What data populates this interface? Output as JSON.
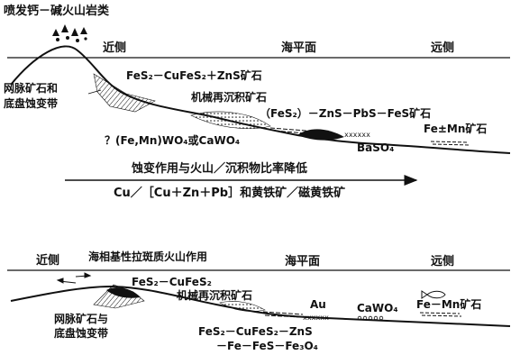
{
  "top": {
    "title": "喷发钙－碱火山岩类",
    "near_side": "近侧",
    "sea_level": "海平面",
    "far_side": "远侧",
    "stockwork": "网脉矿石和",
    "alteration": "底盘蚀变带",
    "ore_fe_cu_zn": "FeS₂－CuFeS₂＋ZnS矿石",
    "mechanical": "机械再沉积矿石",
    "ore_zn_pb": "（FeS₂）－ZnS－PbS－FeS矿石",
    "tungsten": "？(Fe,Mn)WO₄或CaWO₄",
    "barite": "BaSO₄",
    "fe_mn": "Fe±Mn矿石"
  },
  "middle": {
    "trend": "蚀变作用与火山／沉积物比率降低",
    "ratio": "Cu／［Cu＋Zn＋Pb］和黄铁矿／磁黄铁矿"
  },
  "bottom": {
    "near_side": "近侧",
    "volcanism": "海相基性拉斑质火山作用",
    "sea_level": "海平面",
    "far_side": "远侧",
    "ore_fe_cu": "FeS₂－CuFeS₂",
    "mechanical": "机械再沉积矿石",
    "gold": "Au",
    "scheelite": "CaWO₄",
    "fe_mn": "Fe－Mn矿石",
    "stockwork": "网脉矿石与",
    "alteration": "底盘蚀变带",
    "ore_line1": "FeS₂－CuFeS₂－ZnS",
    "ore_line2": "－Fe－FeS－Fe₃O₄"
  },
  "colors": {
    "ink": "#111111",
    "background": "#ffffff"
  }
}
